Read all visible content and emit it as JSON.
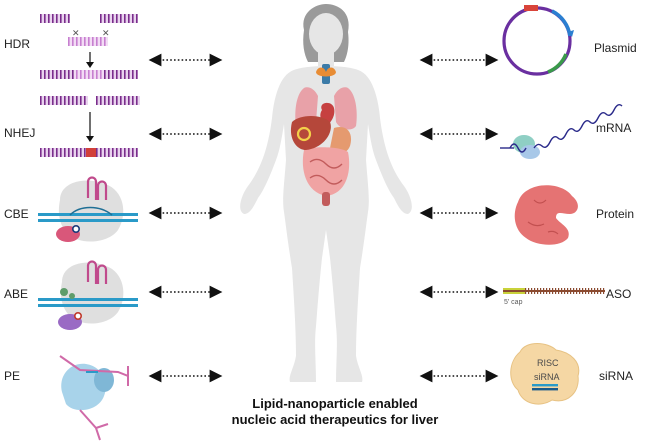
{
  "left_edits": [
    {
      "id": "hdr",
      "label": "HDR"
    },
    {
      "id": "nhej",
      "label": "NHEJ"
    },
    {
      "id": "cbe",
      "label": "CBE"
    },
    {
      "id": "abe",
      "label": "ABE"
    },
    {
      "id": "pe",
      "label": "PE"
    }
  ],
  "right_payloads": [
    {
      "id": "plasmid",
      "label": "Plasmid"
    },
    {
      "id": "mrna",
      "label": "mRNA"
    },
    {
      "id": "protein",
      "label": "Protein"
    },
    {
      "id": "aso",
      "label": "ASO"
    },
    {
      "id": "sirna",
      "label": "siRNA"
    }
  ],
  "aso_tag": "5' cap",
  "sirna_tags": {
    "risc": "RISC",
    "sirna": "siRNA"
  },
  "caption": {
    "line1": "Lipid-nanoparticle enabled",
    "line2": "nucleic acid therapeutics for liver"
  },
  "colors": {
    "dna_purple": "#7a2d8c",
    "dna_pink": "#c77fd0",
    "body": "#e6e6e6",
    "liver": "#b5473a",
    "plasmid_purple": "#6a2fa0",
    "protein": "#e57373",
    "sirna_blob": "#f5d7a4",
    "pe_blue": "#a8d3ea"
  },
  "icons": [
    "hdr-dna-icon",
    "nhej-dna-icon",
    "cbe-editor-icon",
    "abe-editor-icon",
    "pe-editor-icon",
    "plasmid-icon",
    "mrna-icon",
    "protein-icon",
    "aso-icon",
    "sirna-icon",
    "human-body-icon",
    "liver-icon"
  ]
}
